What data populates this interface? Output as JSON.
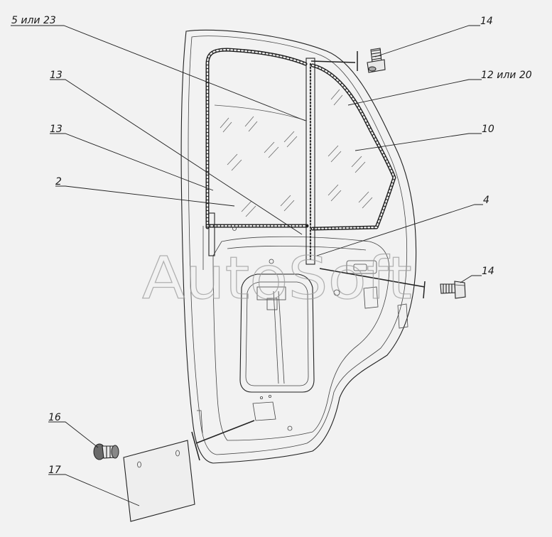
{
  "diagram": {
    "labels": [
      {
        "id": "p5",
        "text": "5 или 23"
      },
      {
        "id": "p13a",
        "text": "13"
      },
      {
        "id": "p13b",
        "text": "13"
      },
      {
        "id": "p2",
        "text": "2"
      },
      {
        "id": "p14a",
        "text": "14"
      },
      {
        "id": "p12",
        "text": "12 или 20"
      },
      {
        "id": "p10",
        "text": "10"
      },
      {
        "id": "p4",
        "text": "4"
      },
      {
        "id": "p14b",
        "text": "14"
      },
      {
        "id": "p16",
        "text": "16"
      },
      {
        "id": "p17",
        "text": "17"
      }
    ],
    "watermark": "AutoSoft"
  }
}
